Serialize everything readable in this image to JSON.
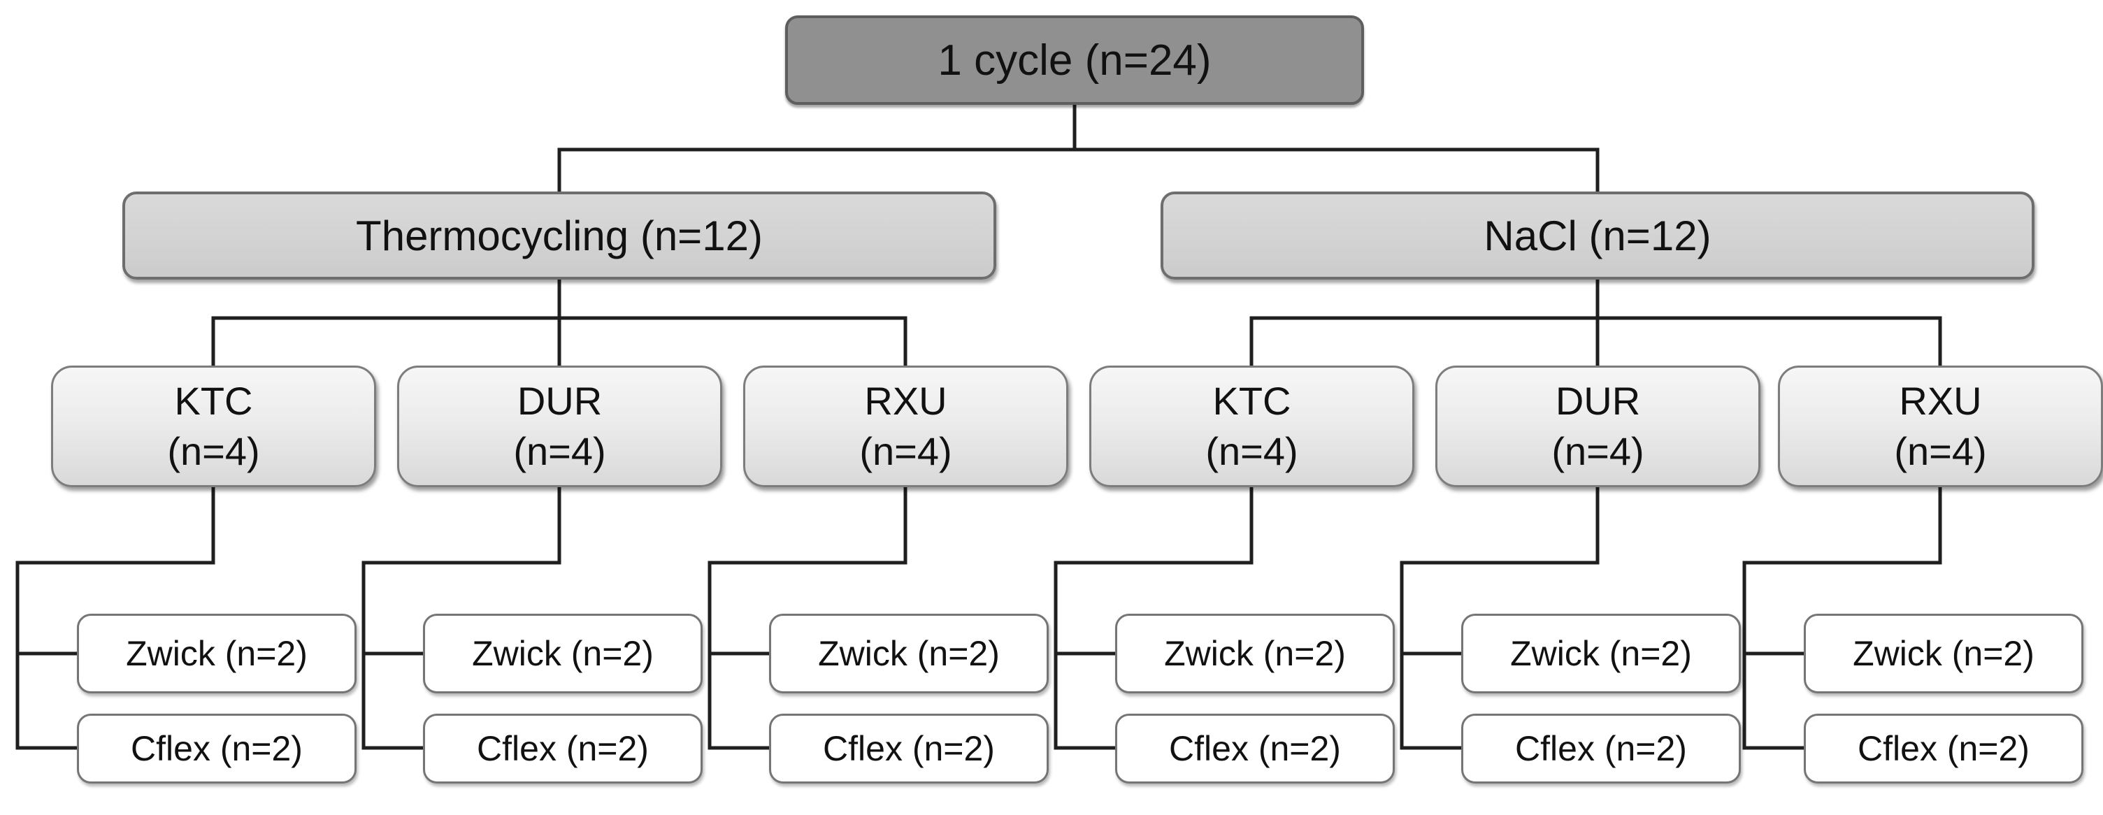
{
  "diagram": {
    "root": {
      "label": "1 cycle (n=24)"
    },
    "branches": [
      {
        "label": "Thermocycling (n=12)",
        "groups": [
          {
            "name": "KTC",
            "count": "(n=4)",
            "children": [
              "Zwick (n=2)",
              "Cflex (n=2)"
            ]
          },
          {
            "name": "DUR",
            "count": "(n=4)",
            "children": [
              "Zwick (n=2)",
              "Cflex (n=2)"
            ]
          },
          {
            "name": "RXU",
            "count": "(n=4)",
            "children": [
              "Zwick (n=2)",
              "Cflex (n=2)"
            ]
          }
        ]
      },
      {
        "label": "NaCl (n=12)",
        "groups": [
          {
            "name": "KTC",
            "count": "(n=4)",
            "children": [
              "Zwick (n=2)",
              "Cflex (n=2)"
            ]
          },
          {
            "name": "DUR",
            "count": "(n=4)",
            "children": [
              "Zwick (n=2)",
              "Cflex (n=2)"
            ]
          },
          {
            "name": "RXU",
            "count": "(n=4)",
            "children": [
              "Zwick (n=2)",
              "Cflex (n=2)"
            ]
          }
        ]
      }
    ],
    "colors": {
      "root_fill": "#909090",
      "branch_fill": "#d2d2d2",
      "group_fill": "#ececec",
      "leaf_fill": "#ffffff",
      "line": "#1f1f1f"
    }
  }
}
